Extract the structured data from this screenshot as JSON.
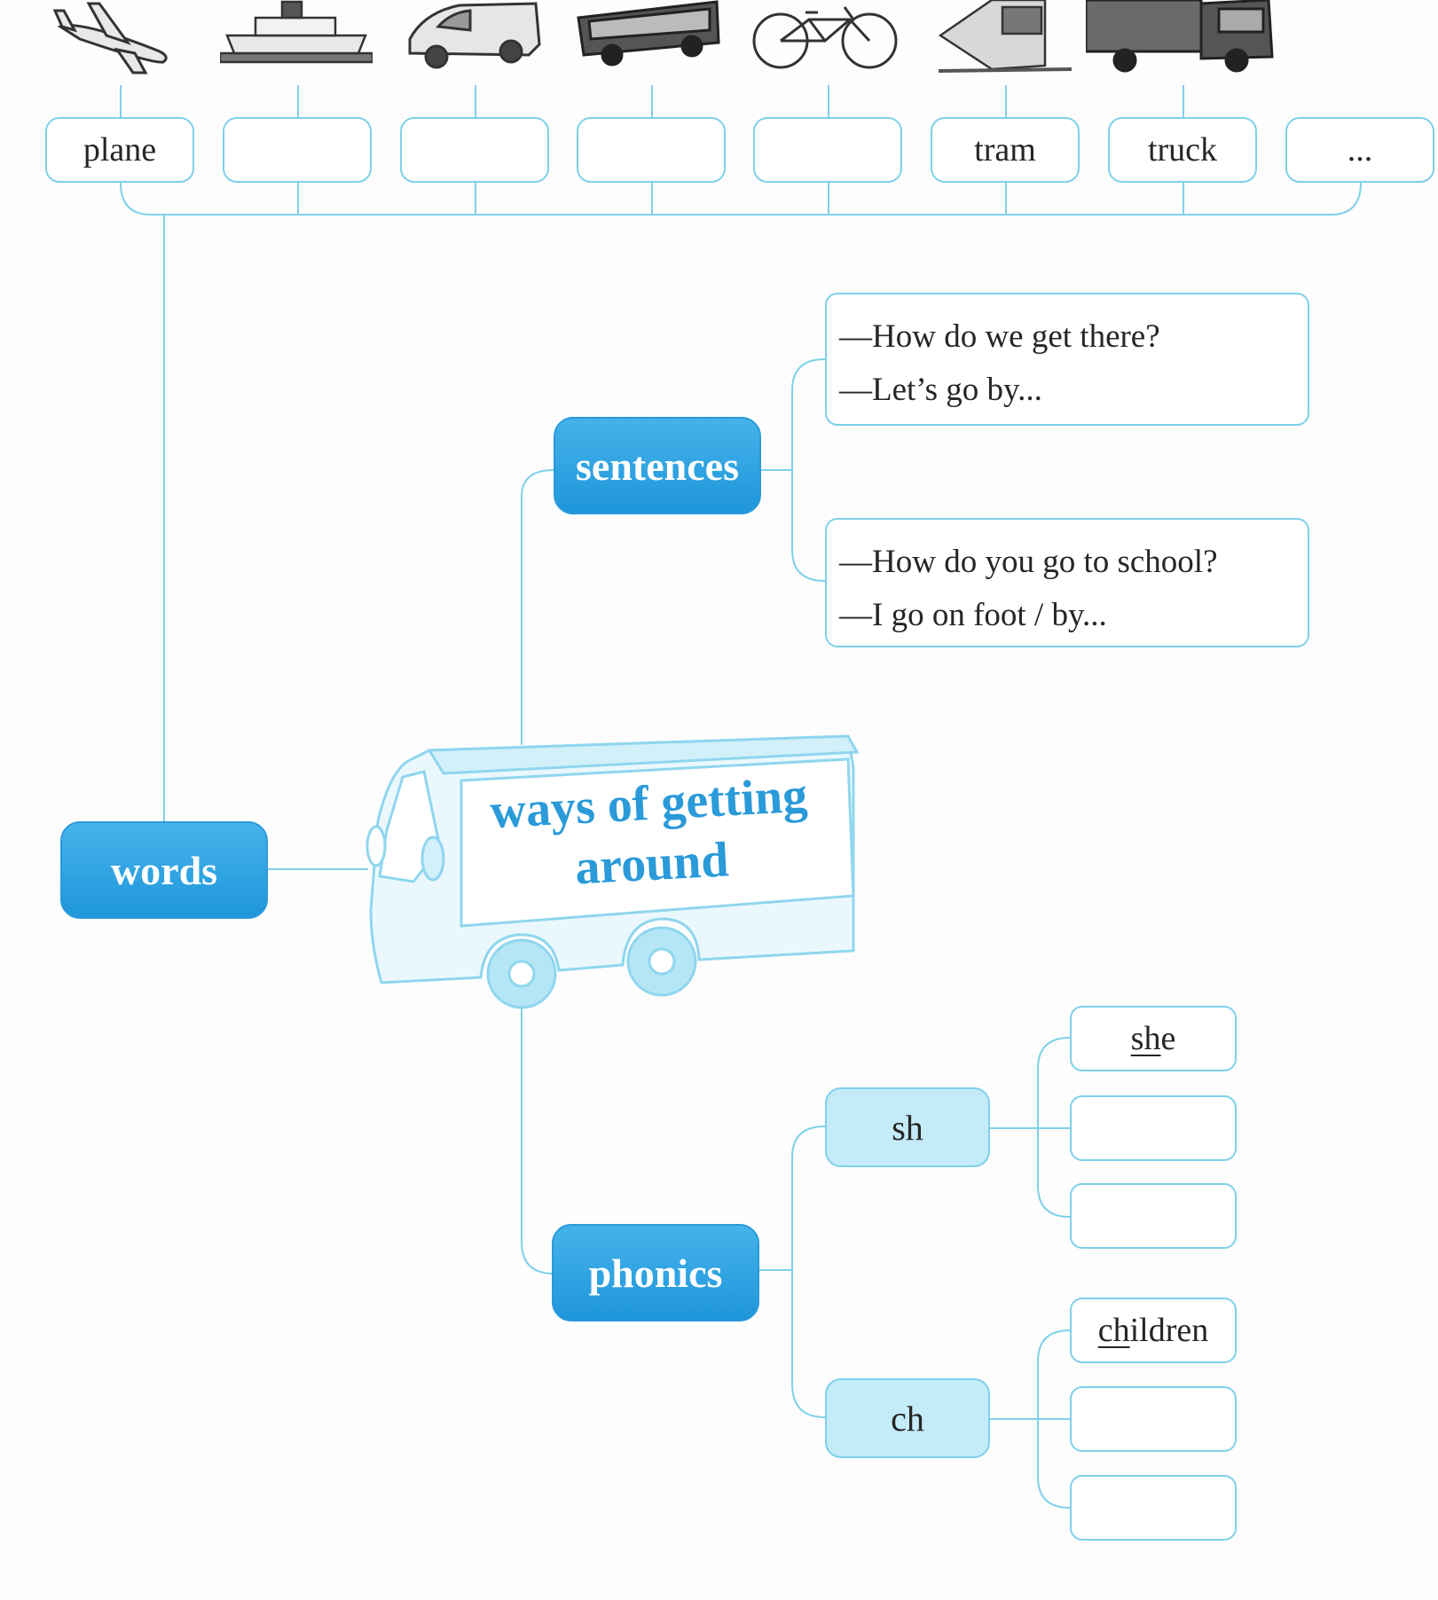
{
  "transport_words": [
    "plane",
    "",
    "",
    "",
    "",
    "tram",
    "truck",
    "..."
  ],
  "center_title": "ways of getting around",
  "nodes": {
    "words": "words",
    "sentences": "sentences",
    "phonics": "phonics"
  },
  "sentences": [
    [
      "—How do we get there?",
      "—Let’s go by..."
    ],
    [
      "—How do you go to school?",
      "—I go on foot / by..."
    ]
  ],
  "phonics": {
    "sh": {
      "label": "sh",
      "example_prefix": "sh",
      "example_rest": "e"
    },
    "ch": {
      "label": "ch",
      "example_prefix": "ch",
      "example_rest": "ildren"
    }
  },
  "pictures": [
    "plane-icon",
    "ship-icon",
    "car-icon",
    "bus-icon",
    "bike-icon",
    "tram-icon",
    "truck-icon"
  ],
  "colors": {
    "accent": "#2a9ad9",
    "line": "#7fd0ea",
    "light": "#c4ebf8"
  }
}
